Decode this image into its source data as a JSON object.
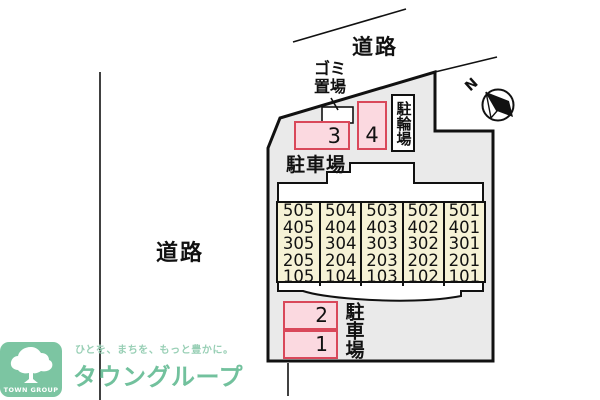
{
  "roads": {
    "top_label": "道路",
    "left_label": "道路"
  },
  "compass": {
    "north_label": "N"
  },
  "site": {
    "garbage": {
      "line1": "ゴミ",
      "line2": "置場"
    },
    "bike_label": "駐輪場",
    "parking_top": "駐車場",
    "parking_bottom": "駐車場",
    "space3": "3",
    "space4": "4",
    "space2": "2",
    "space1": "1"
  },
  "grid": {
    "rows": [
      [
        "505",
        "504",
        "503",
        "502",
        "501"
      ],
      [
        "405",
        "404",
        "403",
        "402",
        "401"
      ],
      [
        "305",
        "304",
        "303",
        "302",
        "301"
      ],
      [
        "205",
        "204",
        "203",
        "202",
        "201"
      ],
      [
        "105",
        "104",
        "103",
        "102",
        "101"
      ]
    ]
  },
  "logo": {
    "tagline": "ひとを、まちを、もっと豊かに。",
    "brand": "タウングループ",
    "badge": "TOWN GROUP"
  },
  "colors": {
    "plot_gray": "#eaeaea",
    "grid_cream": "#f6f2d6",
    "pink_fill": "#fbd9e0",
    "pink_border": "#d9485a",
    "brand_green": "#72c19d",
    "brand_green_light": "#98cfb5",
    "logo_green": "#7cc5a2",
    "line_black": "#111111"
  }
}
